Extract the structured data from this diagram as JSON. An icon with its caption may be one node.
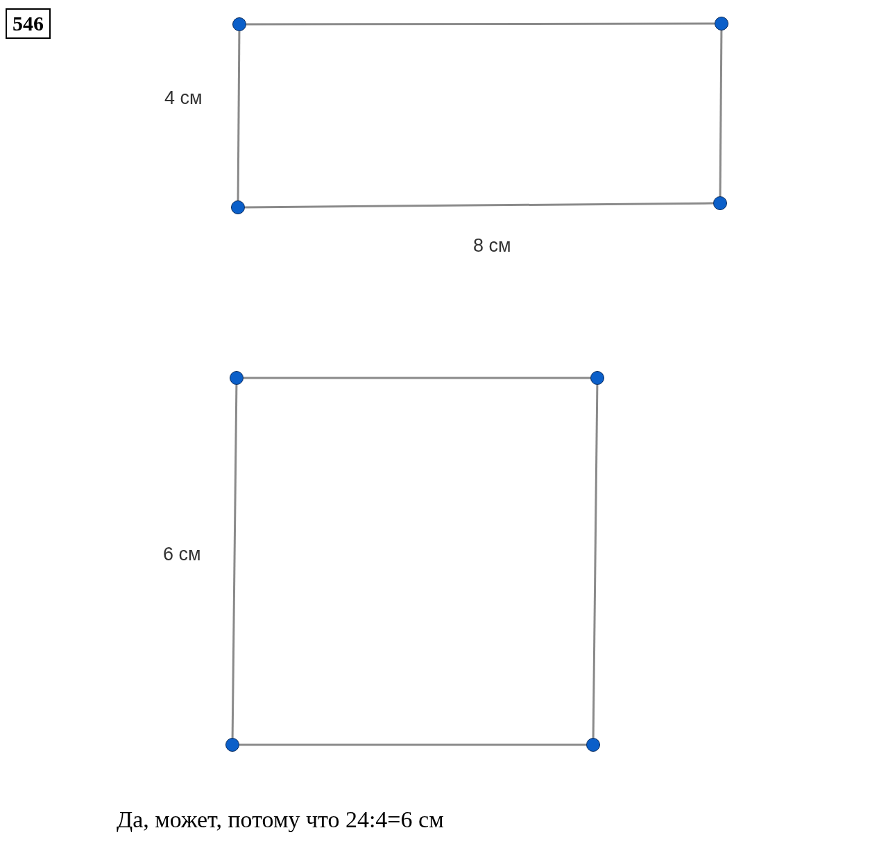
{
  "diagram": {
    "title": "546",
    "nodes": [
      {
        "text": [],
        "shape": "circle"
      },
      {
        "text": [],
        "shape": "circle"
      },
      {
        "text": [],
        "shape": "circle"
      },
      {
        "text": [],
        "shape": "circle"
      },
      {
        "text": [],
        "shape": "circle"
      },
      {
        "text": [],
        "shape": "circle"
      },
      {
        "text": [],
        "shape": "circle"
      },
      {
        "text": [],
        "shape": "circle"
      }
    ],
    "edges": [
      {
        "from": 0,
        "to": 1,
        "arrow": "none"
      },
      {
        "from": 1,
        "to": 2,
        "arrow": "none"
      },
      {
        "from": 2,
        "to": 3,
        "arrow": "none"
      },
      {
        "from": 3,
        "to": 0,
        "arrow": "none"
      },
      {
        "from": 4,
        "to": 5,
        "arrow": "none"
      },
      {
        "from": 5,
        "to": 6,
        "arrow": "none"
      },
      {
        "from": 6,
        "to": 7,
        "arrow": "none"
      },
      {
        "from": 7,
        "to": 4,
        "arrow": "none"
      }
    ],
    "labels": [
      "4 см",
      "8 см",
      "6 см"
    ],
    "caption": "Да, может, потому что 24:4=6 см"
  }
}
